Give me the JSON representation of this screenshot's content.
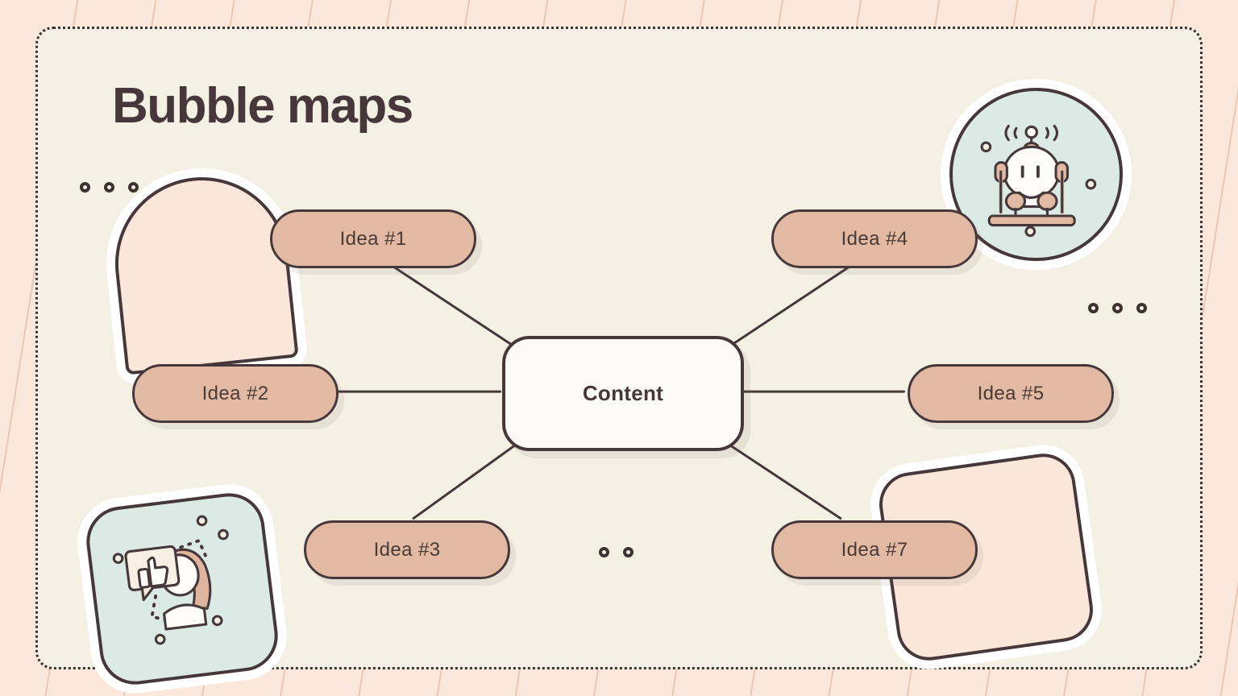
{
  "page": {
    "title": "Bubble maps",
    "background_color": "#FBE7DB",
    "card_color": "#F4F0E4",
    "outline_color": "#46383A",
    "bubble_color": "#E2B9A3",
    "center_color": "#FCFBF7",
    "mint_color": "#DCEAE6",
    "peach_color": "#FBE6DA"
  },
  "diagram": {
    "center": {
      "label": "Content"
    },
    "nodes": [
      {
        "id": "b1",
        "label": "Idea #1"
      },
      {
        "id": "b2",
        "label": "Idea #2"
      },
      {
        "id": "b3",
        "label": "Idea #3"
      },
      {
        "id": "b4",
        "label": "Idea #4"
      },
      {
        "id": "b5",
        "label": "Idea #5"
      },
      {
        "id": "b7",
        "label": "Idea #7"
      }
    ]
  },
  "decorations": {
    "arch": "peach-arch-shape",
    "rounded_square": "peach-rounded-square-shape",
    "illustration_circle": "robot-illustration",
    "illustration_square": "thumbs-up-person-illustration",
    "dot_groups": [
      {
        "name": "dots-top-left",
        "count": 3
      },
      {
        "name": "dots-right",
        "count": 3
      },
      {
        "name": "dots-center",
        "count": 2
      }
    ]
  }
}
